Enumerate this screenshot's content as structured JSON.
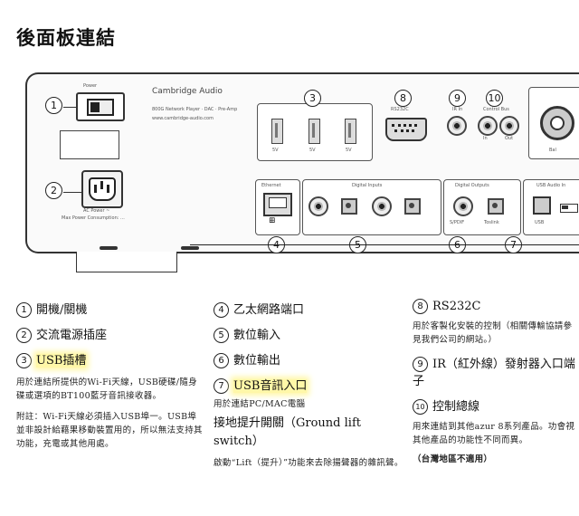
{
  "page": {
    "title": "後面板連結"
  },
  "device": {
    "brand": "Cambridge Audio",
    "model_text": "800G Network Player · DAC · Pre-Amp",
    "web_text": "www.cambridge-audio.com",
    "power_label": "Power",
    "ac_label": "AC Power ~",
    "ac_sub": "Max Power Consumption: ...",
    "usb_labels": [
      "5V",
      "5V",
      "5V"
    ],
    "ethernet_label": "Ethernet",
    "digital_inputs_label": "Digital Inputs",
    "digital_outputs_label": "Digital Outputs",
    "usb_audio_label": "USB Audio In",
    "rs232_label": "RS232C",
    "ir_label": "IR In",
    "control_bus_label": "Control Bus",
    "control_bus_in": "In",
    "control_bus_out": "Out",
    "bal_label": "Bal",
    "spdif_label": "S/PDIF",
    "toslink_label": "Toslink",
    "usb_audio_sub": "USB",
    "callouts": [
      "1",
      "2",
      "3",
      "4",
      "5",
      "6",
      "7",
      "8",
      "9",
      "10"
    ]
  },
  "legend": {
    "col1": [
      {
        "num": "1",
        "title": "開機/關機"
      },
      {
        "num": "2",
        "title": "交流電源插座"
      },
      {
        "num": "3",
        "title": "USB插槽",
        "desc": "用於連結所提供的Wi-Fi天線，USB硬碟/隨身碟或選項的BT100藍牙音訊接收器。"
      }
    ],
    "col1_note": "附註：Wi-Fi天線必須插入USB埠一。USB埠並非設計給藉果移動裝置用的，所以無法支持其功能，充電或其他用處。",
    "col2": [
      {
        "num": "4",
        "title": "乙太網路端口"
      },
      {
        "num": "5",
        "title": "數位輸入"
      },
      {
        "num": "6",
        "title": "數位輸出"
      },
      {
        "num": "7",
        "title": "USB音訊入口",
        "desc": "用於連結PC/MAC電腦"
      }
    ],
    "col2_extra_title": "接地提升開關（Ground lift switch）",
    "col2_extra_desc": "啟動“Lift（提升）”功能來去除揚聲器的雜訊聲。",
    "col3": [
      {
        "num": "8",
        "title": "RS232C",
        "desc": "用於客製化安裝的控制（相關傳輸協請參見我們公司的網站。）"
      },
      {
        "num": "9",
        "title": "IR（紅外線）發射器入口端子"
      },
      {
        "num": "10",
        "title": "控制總線",
        "desc": "用來連結到其他azur 8系列產品。功會視其他產品的功能性不同而異。"
      }
    ],
    "col3_note": "（台灣地區不適用）"
  }
}
